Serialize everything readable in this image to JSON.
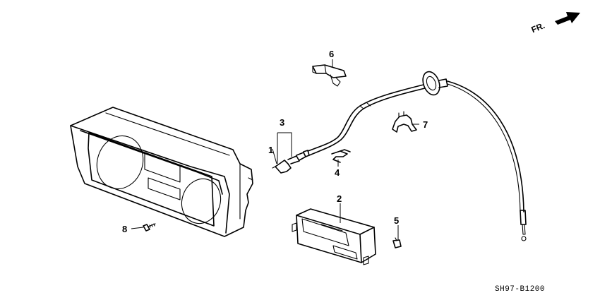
{
  "direction_indicator": {
    "label": "FR."
  },
  "callouts": [
    {
      "id": "1",
      "text": "1"
    },
    {
      "id": "2",
      "text": "2"
    },
    {
      "id": "3",
      "text": "3"
    },
    {
      "id": "4",
      "text": "4"
    },
    {
      "id": "5",
      "text": "5"
    },
    {
      "id": "6",
      "text": "6"
    },
    {
      "id": "7",
      "text": "7"
    },
    {
      "id": "8",
      "text": "8"
    }
  ],
  "diagram_code": "SH97-B1200"
}
